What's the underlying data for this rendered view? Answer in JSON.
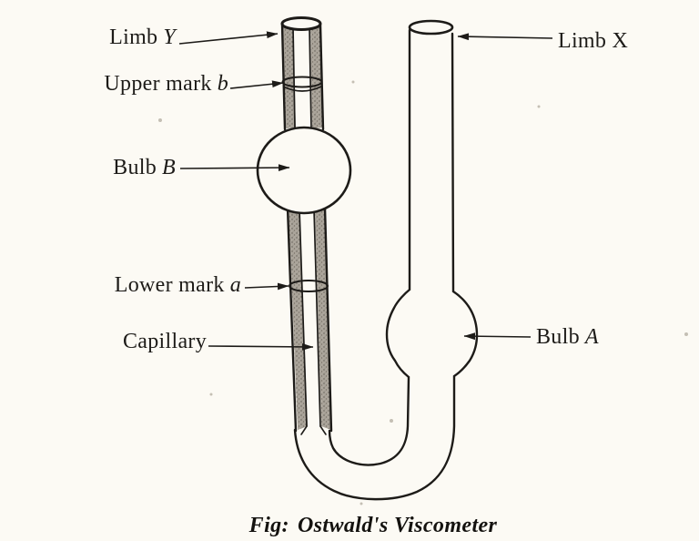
{
  "caption": {
    "prefix": "Fig:",
    "title": "Ostwald's Viscometer"
  },
  "labels": {
    "limb_y": {
      "text": "Limb",
      "var": "Y"
    },
    "upper_mark_b": {
      "text": "Upper mark",
      "var": "b"
    },
    "bulb_b": {
      "text": "Bulb",
      "var": "B"
    },
    "lower_mark_a": {
      "text": "Lower mark",
      "var": "a"
    },
    "capillary": {
      "text": "Capillary",
      "var": ""
    },
    "limb_x": {
      "text": "Limb X",
      "var": ""
    },
    "bulb_a": {
      "text": "Bulb",
      "var": "A"
    }
  },
  "colors": {
    "paper": "#fcfaf4",
    "ink": "#1d1b18",
    "wall_shade": "#aba59b"
  }
}
